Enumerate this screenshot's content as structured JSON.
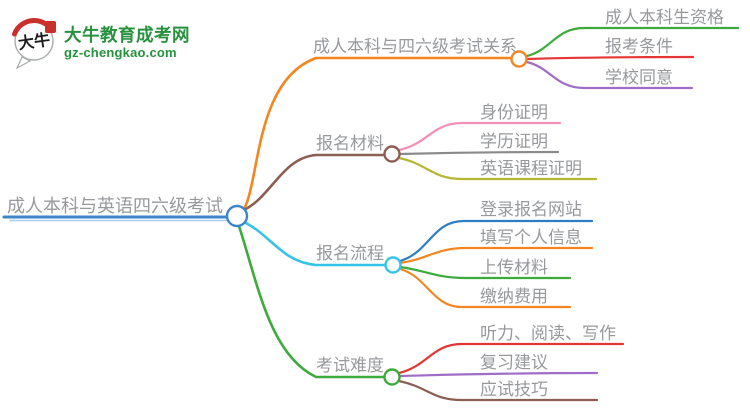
{
  "logo": {
    "bubble_text": "大牛",
    "title": "大牛教育成考网",
    "subtitle": "gz-chengkao.com",
    "green": "#27923e",
    "red": "#c9302c"
  },
  "mindmap": {
    "root": {
      "label": "成人本科与英语四六级考试",
      "color": "#3d85c8",
      "color_light": "#a8cdee"
    },
    "branches": [
      {
        "label": "成人本科与四六级考试关系",
        "color": "#f5861f",
        "children": [
          {
            "label": "成人本科生资格",
            "color": "#3cab3c"
          },
          {
            "label": "报考条件",
            "color": "#e53535"
          },
          {
            "label": "学校同意",
            "color": "#a06cc8"
          }
        ]
      },
      {
        "label": "报名材料",
        "color": "#8d5e52",
        "children": [
          {
            "label": "身份证明",
            "color": "#f48fb8"
          },
          {
            "label": "学历证明",
            "color": "#8a8a8a"
          },
          {
            "label": "英语课程证明",
            "color": "#b5b832"
          }
        ]
      },
      {
        "label": "报名流程",
        "color": "#35c4e8",
        "children": [
          {
            "label": "登录报名网站",
            "color": "#2e7ec4"
          },
          {
            "label": "填写个人信息",
            "color": "#f5861f"
          },
          {
            "label": "上传材料",
            "color": "#3cab3c"
          },
          {
            "label": "缴纳费用",
            "color": "#f5861f"
          }
        ]
      },
      {
        "label": "考试难度",
        "color": "#3cab3c",
        "children": [
          {
            "label": "听力、阅读、写作",
            "color": "#e53535"
          },
          {
            "label": "复习建议",
            "color": "#a06cc8"
          },
          {
            "label": "应试技巧",
            "color": "#8d5e52"
          }
        ]
      }
    ]
  }
}
